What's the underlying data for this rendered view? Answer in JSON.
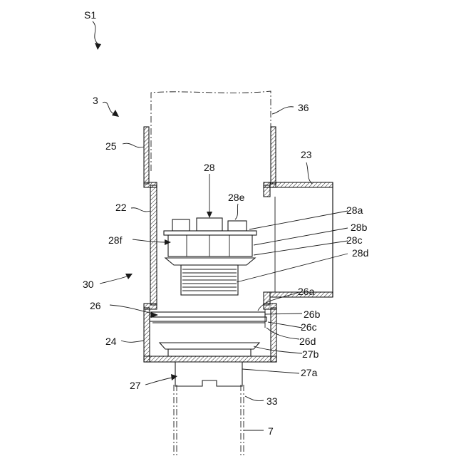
{
  "figure": {
    "labels": {
      "s1": "S1",
      "n3": "3",
      "n36": "36",
      "n25": "25",
      "n23": "23",
      "n28": "28",
      "n28e": "28e",
      "n22": "22",
      "n28a": "28a",
      "n28b": "28b",
      "n28f": "28f",
      "n28c": "28c",
      "n28d": "28d",
      "n30": "30",
      "n26a": "26a",
      "n26": "26",
      "n26b": "26b",
      "n26c": "26c",
      "n24": "24",
      "n26d": "26d",
      "n27b": "27b",
      "n27a": "27a",
      "n27": "27",
      "n33": "33",
      "n7": "7"
    }
  }
}
